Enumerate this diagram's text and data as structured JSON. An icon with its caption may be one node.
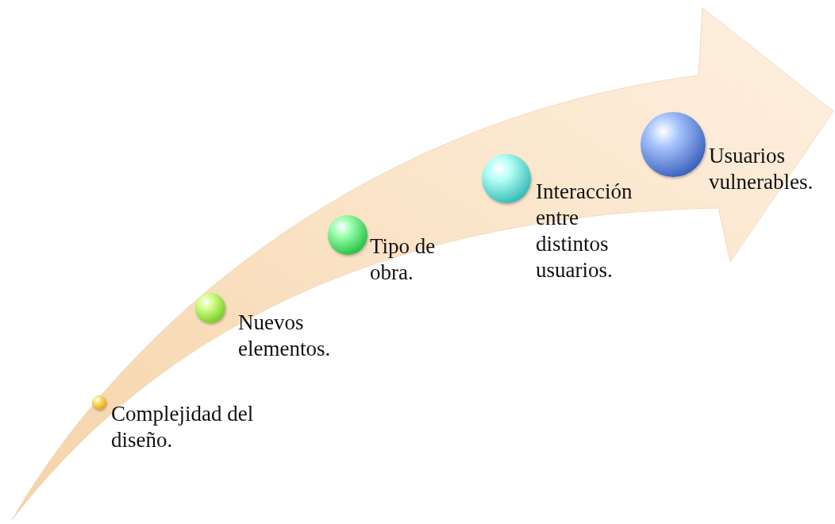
{
  "diagram": {
    "nodes": [
      {
        "text": [
          "Complejidad del diseño."
        ]
      },
      {
        "text": [
          "Nuevos elementos."
        ]
      },
      {
        "text": [
          "Tipo de obra."
        ]
      },
      {
        "text": [
          "Interacción entre distintos usuarios."
        ]
      },
      {
        "text": [
          "Usuarios vulnerables."
        ]
      }
    ]
  }
}
